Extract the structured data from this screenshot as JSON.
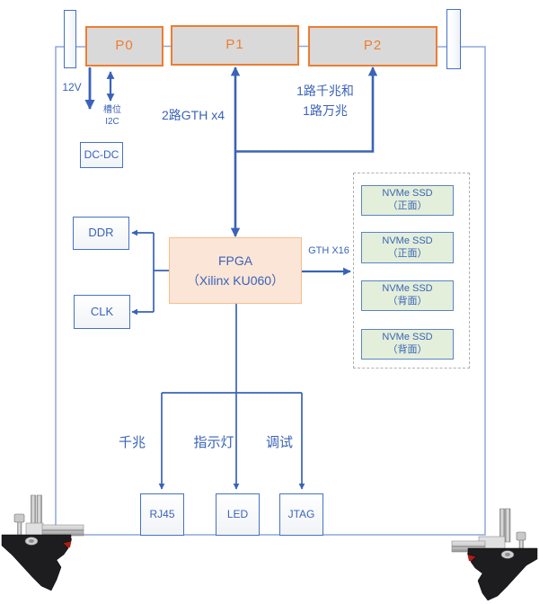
{
  "diagram": {
    "title_hint": "VPX FPGA NVMe storage board block diagram",
    "connectors": [
      {
        "label": "P0"
      },
      {
        "label": "P1"
      },
      {
        "label": "P2"
      }
    ],
    "power_label": "12V",
    "slot_i2c": {
      "line1": "槽位",
      "line2": "I2C"
    },
    "dcdc_label": "DC-DC",
    "gth_p1_label": "2路GTH x4",
    "p2_link_label": {
      "line1": "1路千兆和",
      "line2": "1路万兆"
    },
    "ddr_label": "DDR",
    "clk_label": "CLK",
    "fpga": {
      "line1": "FPGA",
      "line2": "（Xilinx KU060）"
    },
    "gth_ssd_label": "GTH X16",
    "ssds": [
      {
        "line1": "NVMe SSD",
        "line2": "（正面）"
      },
      {
        "line1": "NVMe SSD",
        "line2": "（正面）"
      },
      {
        "line1": "NVMe SSD",
        "line2": "（背面）"
      },
      {
        "line1": "NVMe SSD",
        "line2": "（背面）"
      }
    ],
    "bottom_labels": {
      "gigabit": "千兆",
      "indicator": "指示灯",
      "debug": "调试"
    },
    "bottom_blocks": {
      "rj45": "RJ45",
      "led": "LED",
      "jtag": "JTAG"
    },
    "colors": {
      "accent_blue": "#3A63B8",
      "outline_blue": "#8EA9D8",
      "connector_orange": "#ED7D31",
      "connector_fill": "#D9D9D9",
      "fpga_fill": "#FBE5D6",
      "fpga_border": "#F5BE8E",
      "ssd_fill": "#E3EFDA",
      "dash_gray": "#AFAFAF"
    }
  }
}
